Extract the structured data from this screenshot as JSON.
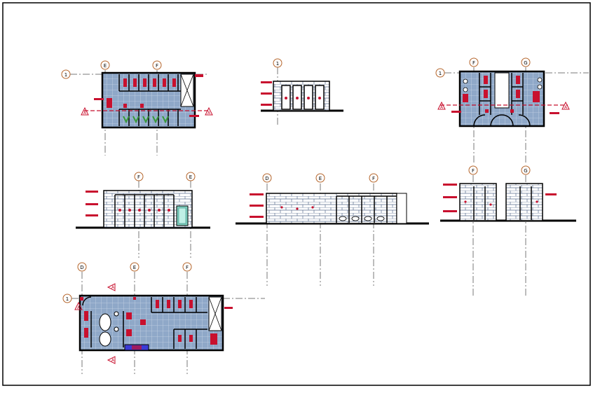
{
  "grid_bubbles": {
    "plan1": {
      "row": "1",
      "cols": [
        "E",
        "F"
      ]
    },
    "plan2": {
      "row": "1",
      "cols": [
        "F",
        "G"
      ]
    },
    "elev1": {
      "row": "1"
    },
    "elev2": {
      "cols": [
        "F",
        "E"
      ]
    },
    "elev3": {
      "cols": [
        "D",
        "E",
        "F"
      ]
    },
    "elev4": {
      "cols": [
        "F",
        "G"
      ]
    },
    "plan3": {
      "row": "1",
      "cols": [
        "D",
        "E",
        "F"
      ]
    }
  },
  "section_markers": {
    "a": "A"
  },
  "colors": {
    "line": "#000000",
    "tile": "#8fa8c8",
    "tile_line": "#c8d4e6",
    "accent": "#c8102e",
    "bubble": "#b5652b",
    "fixture_green": "#3a9a3a",
    "grid_line": "#7a7a7a"
  }
}
